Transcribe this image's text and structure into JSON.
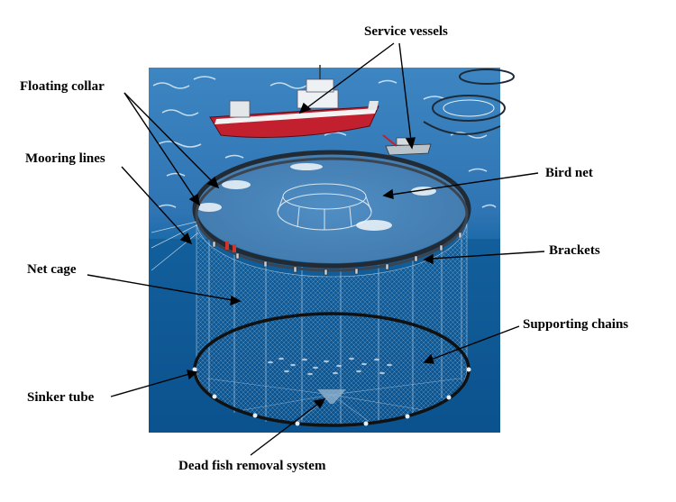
{
  "labels": {
    "service_vessels": "Service vessels",
    "floating_collar": "Floating collar",
    "mooring_lines": "Mooring lines",
    "bird_net": "Bird net",
    "brackets": "Brackets",
    "net_cage": "Net cage",
    "supporting_chains": "Supporting chains",
    "sinker_tube": "Sinker tube",
    "dead_fish_removal": "Dead fish removal system"
  },
  "colors": {
    "sea_surface": "#3f86bf",
    "deep_water": "#0f5a98",
    "foam": "#e8f3fb",
    "vessel_hull": "#c2202e",
    "collar": "#2a2f38",
    "leader": "#000000"
  }
}
